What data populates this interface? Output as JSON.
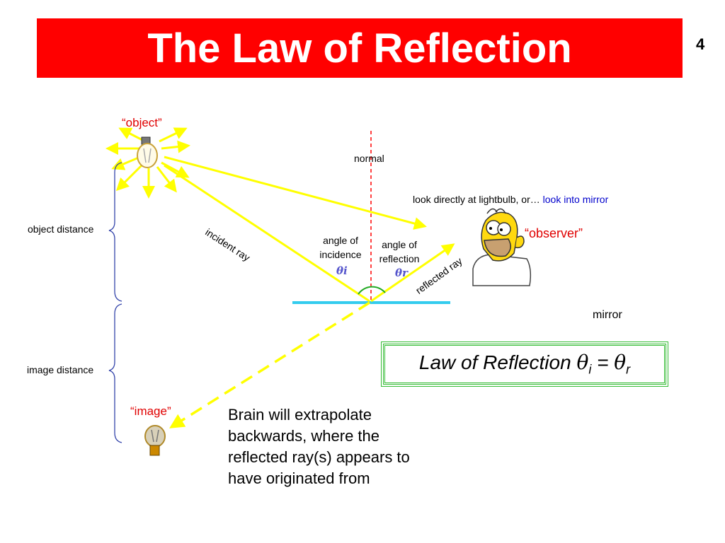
{
  "title": "The Law of Reflection",
  "page_number": "4",
  "labels": {
    "object": "“object”",
    "normal": "normal",
    "look_directly": "look directly at lightbulb, or…",
    "look_into_mirror": "look into mirror",
    "observer": "“observer”",
    "object_distance": "object distance",
    "incident_ray": "incident ray",
    "angle_of_incidence": "angle of incidence",
    "angle_of_reflection": "angle of reflection",
    "theta_i": "θi",
    "theta_r": "θr",
    "reflected_ray": "reflected ray",
    "mirror": "mirror",
    "image_distance": "image distance",
    "image": "“image”",
    "brain_text": "Brain will extrapolate backwards, where the reflected ray(s) appears to have originated from"
  },
  "formula": {
    "prefix": "Law of Reflection ",
    "lhs_symbol": "θ",
    "lhs_sub": "i",
    "equals": " = ",
    "rhs_symbol": "θ",
    "rhs_sub": "r"
  },
  "colors": {
    "title_bg": "#ff0000",
    "ray": "#ffff00",
    "mirror": "#33ccee",
    "normal": "#ff0000",
    "angle_arc": "#22aa22",
    "formula_border": "#33bb33",
    "blue_text": "#0000cc",
    "red_text": "#e00000"
  },
  "icons": [
    "lightbulb-icon",
    "observer-figure",
    "image-lightbulb-icon"
  ]
}
